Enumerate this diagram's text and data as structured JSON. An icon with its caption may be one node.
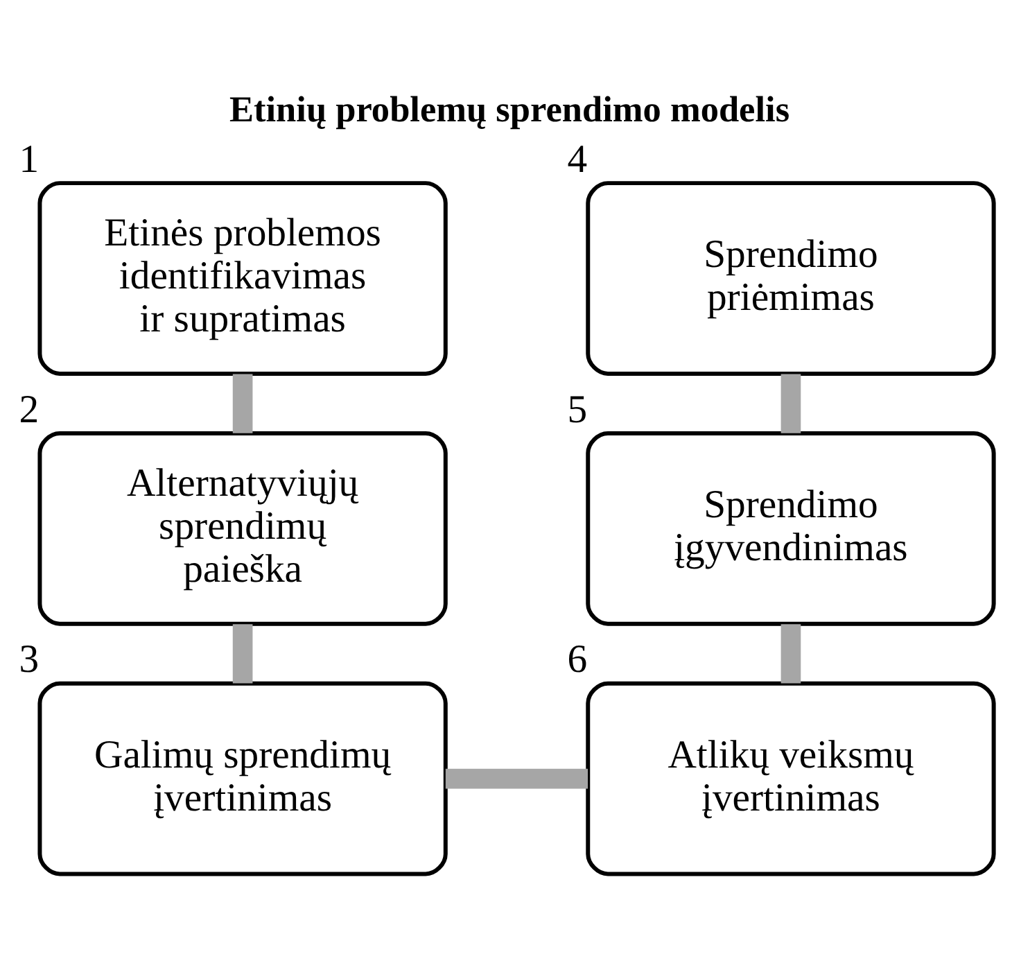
{
  "diagram": {
    "title": "Etinių problemų sprendimo modelis",
    "nodes": [
      {
        "text": [
          "Etinės problemos identifikavimas ir supratimas"
        ],
        "beside": [
          "1"
        ]
      },
      {
        "text": [
          "Alternatyviųjų sprendimų paieška"
        ],
        "beside": [
          "2"
        ]
      },
      {
        "text": [
          "Galimų sprendimų įvertinimas"
        ],
        "beside": [
          "3"
        ]
      },
      {
        "text": [
          "Sprendimo priėmimas"
        ],
        "beside": [
          "4"
        ]
      },
      {
        "text": [
          "Sprendimo įgyvendinimas"
        ],
        "beside": [
          "5"
        ]
      },
      {
        "text": [
          "Atlikų veiksmų įvertinimas"
        ],
        "beside": [
          "6"
        ]
      }
    ],
    "edges": [
      {
        "from": 0,
        "to": 1,
        "arrow": "none"
      },
      {
        "from": 1,
        "to": 2,
        "arrow": "none"
      },
      {
        "from": 2,
        "to": 5,
        "arrow": "none"
      },
      {
        "from": 5,
        "to": 4,
        "arrow": "none"
      },
      {
        "from": 4,
        "to": 3,
        "arrow": "none"
      }
    ]
  }
}
